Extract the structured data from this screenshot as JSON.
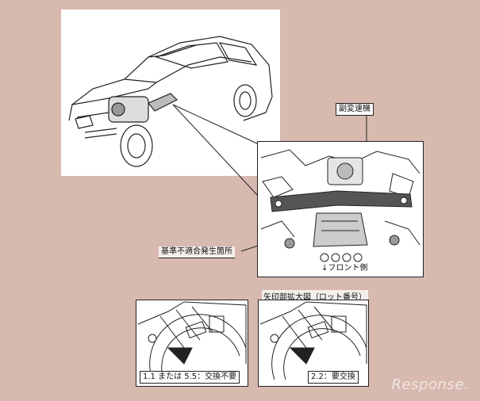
{
  "labels": {
    "sub_transmission": "副変速機",
    "defect_location": "基準不適合発生箇所",
    "front_side": "↓フロント側",
    "arrow_zoom_caption": "矢印部拡大図（ロット番号）",
    "caption_left": "1.1 または 5.5：交換不要",
    "caption_right": "2.2：要交換"
  },
  "watermark": "Response."
}
